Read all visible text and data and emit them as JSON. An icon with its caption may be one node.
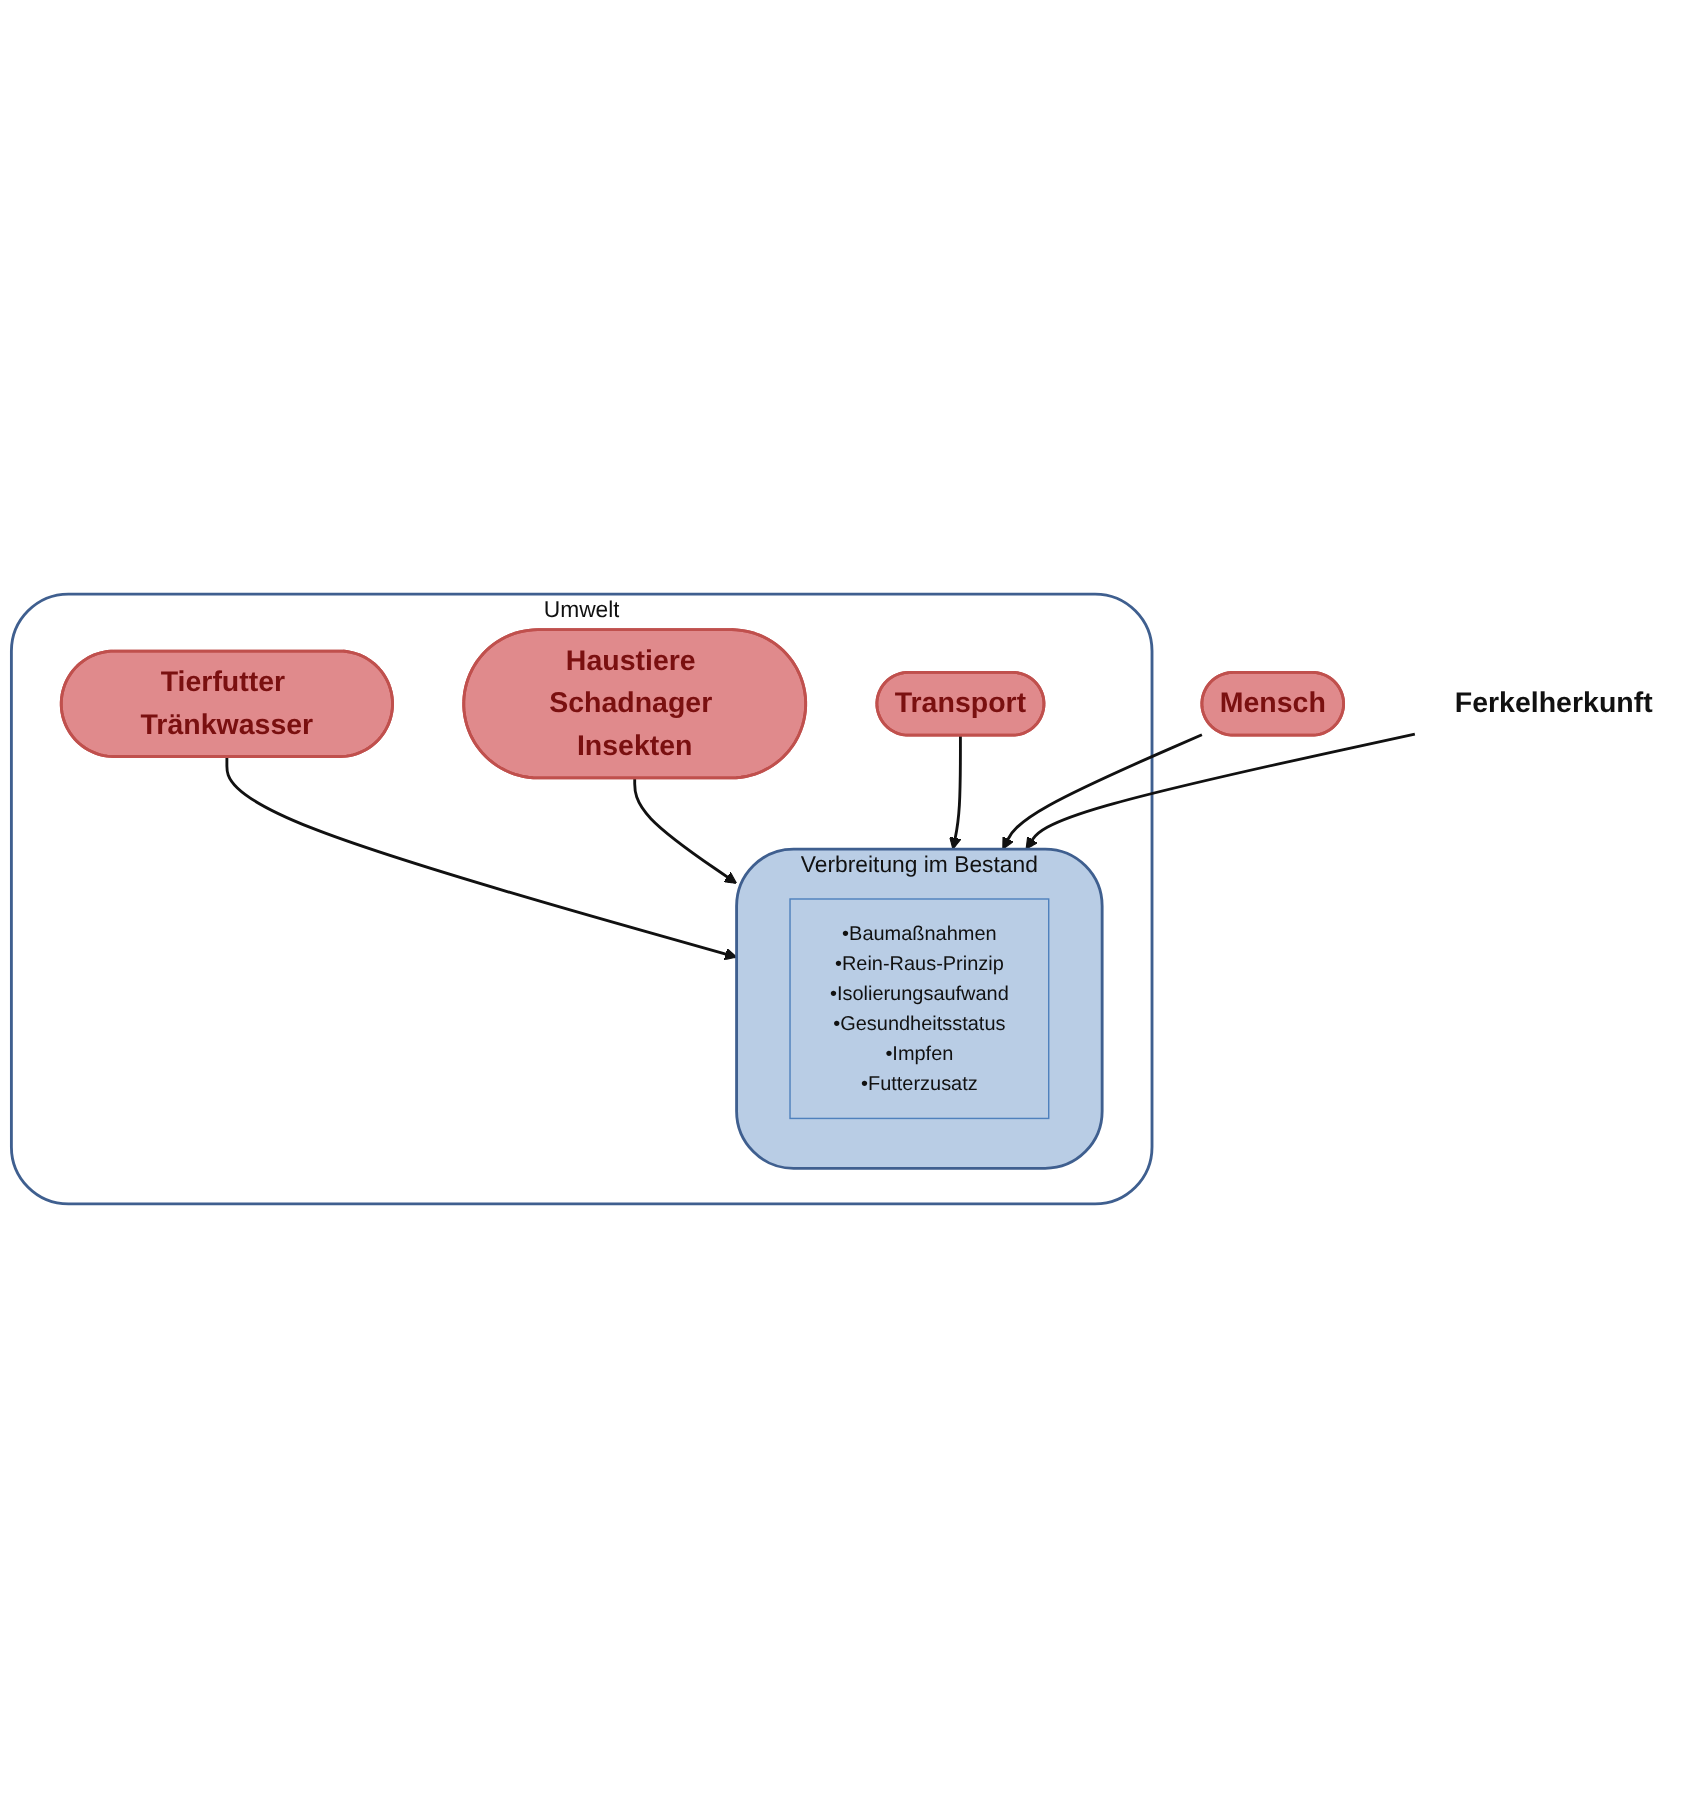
{
  "diagram": {
    "nodes": [
      {
        "text": [
          "Umwelt"
        ]
      },
      {
        "text": [
          "Tierfutter Tränkwasser"
        ],
        "in": 0
      },
      {
        "text": [
          "Mensch"
        ]
      },
      {
        "text": [
          "Ferkelherkunft"
        ]
      },
      {
        "text": [
          "Verbreitung im Bestand"
        ],
        "in": 0
      },
      {
        "text": [
          "•Baumaßnahmen",
          "•Rein-Raus-Prinzip",
          "•Isolierungsaufwand",
          "•Gesundheitsstatus",
          "•Impfen",
          "•Futterzusatz"
        ],
        "in": 4
      },
      {
        "text": [
          "Haustiere Schadnager Insekten"
        ],
        "in": 0
      },
      {
        "text": [
          "Transport"
        ],
        "in": 0
      }
    ],
    "edges": [
      {
        "from": 1,
        "to": 4,
        "arrow": "to"
      },
      {
        "from": 2,
        "to": 4,
        "arrow": "to"
      },
      {
        "from": 3,
        "to": 4,
        "arrow": "to"
      },
      {
        "from": 6,
        "to": 4,
        "arrow": "to"
      },
      {
        "from": 7,
        "to": 4,
        "arrow": "to"
      }
    ]
  }
}
